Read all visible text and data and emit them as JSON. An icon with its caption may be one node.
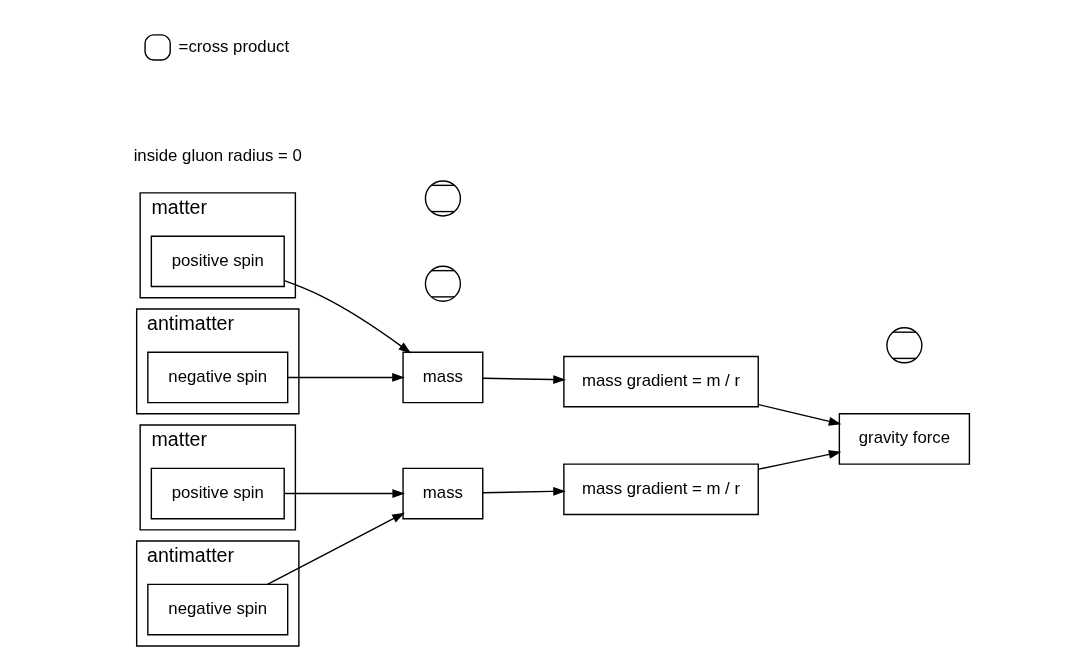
{
  "diagram": {
    "nodes": [
      {
        "text": [
          "matter"
        ]
      },
      {
        "text": [
          "positive spin"
        ],
        "in": 0
      },
      {
        "text": [
          "antimatter"
        ]
      },
      {
        "text": [
          "negative spin"
        ],
        "in": 2
      },
      {
        "text": [
          "mass"
        ]
      },
      {
        "text": [
          "mass gradient = m / r"
        ]
      },
      {
        "text": [
          "matter"
        ]
      },
      {
        "text": [
          "positive spin"
        ],
        "in": 6
      },
      {
        "text": [
          "antimatter"
        ]
      },
      {
        "text": [
          "negative spin"
        ],
        "in": 8
      },
      {
        "text": [
          "mass"
        ]
      },
      {
        "text": [
          "mass gradient = m / r"
        ]
      },
      {
        "text": [
          "gravity force"
        ]
      },
      {
        "text": [],
        "shape": "circle"
      },
      {
        "text": [],
        "shape": "circle"
      },
      {
        "text": [],
        "shape": "circle"
      }
    ],
    "edges": [
      {
        "from": 1,
        "to": 4,
        "arrow": "to"
      },
      {
        "from": 3,
        "to": 4,
        "arrow": "to"
      },
      {
        "from": 4,
        "to": 5,
        "arrow": "to"
      },
      {
        "from": 5,
        "to": 12,
        "arrow": "to"
      },
      {
        "from": 7,
        "to": 10,
        "arrow": "to"
      },
      {
        "from": 9,
        "to": 10,
        "arrow": "to"
      },
      {
        "from": 10,
        "to": 11,
        "arrow": "to"
      },
      {
        "from": 11,
        "to": 12,
        "arrow": "to"
      }
    ],
    "labels": [
      "inside gluon radius = 0"
    ],
    "legend": [
      {
        "text": "=cross product"
      }
    ]
  }
}
